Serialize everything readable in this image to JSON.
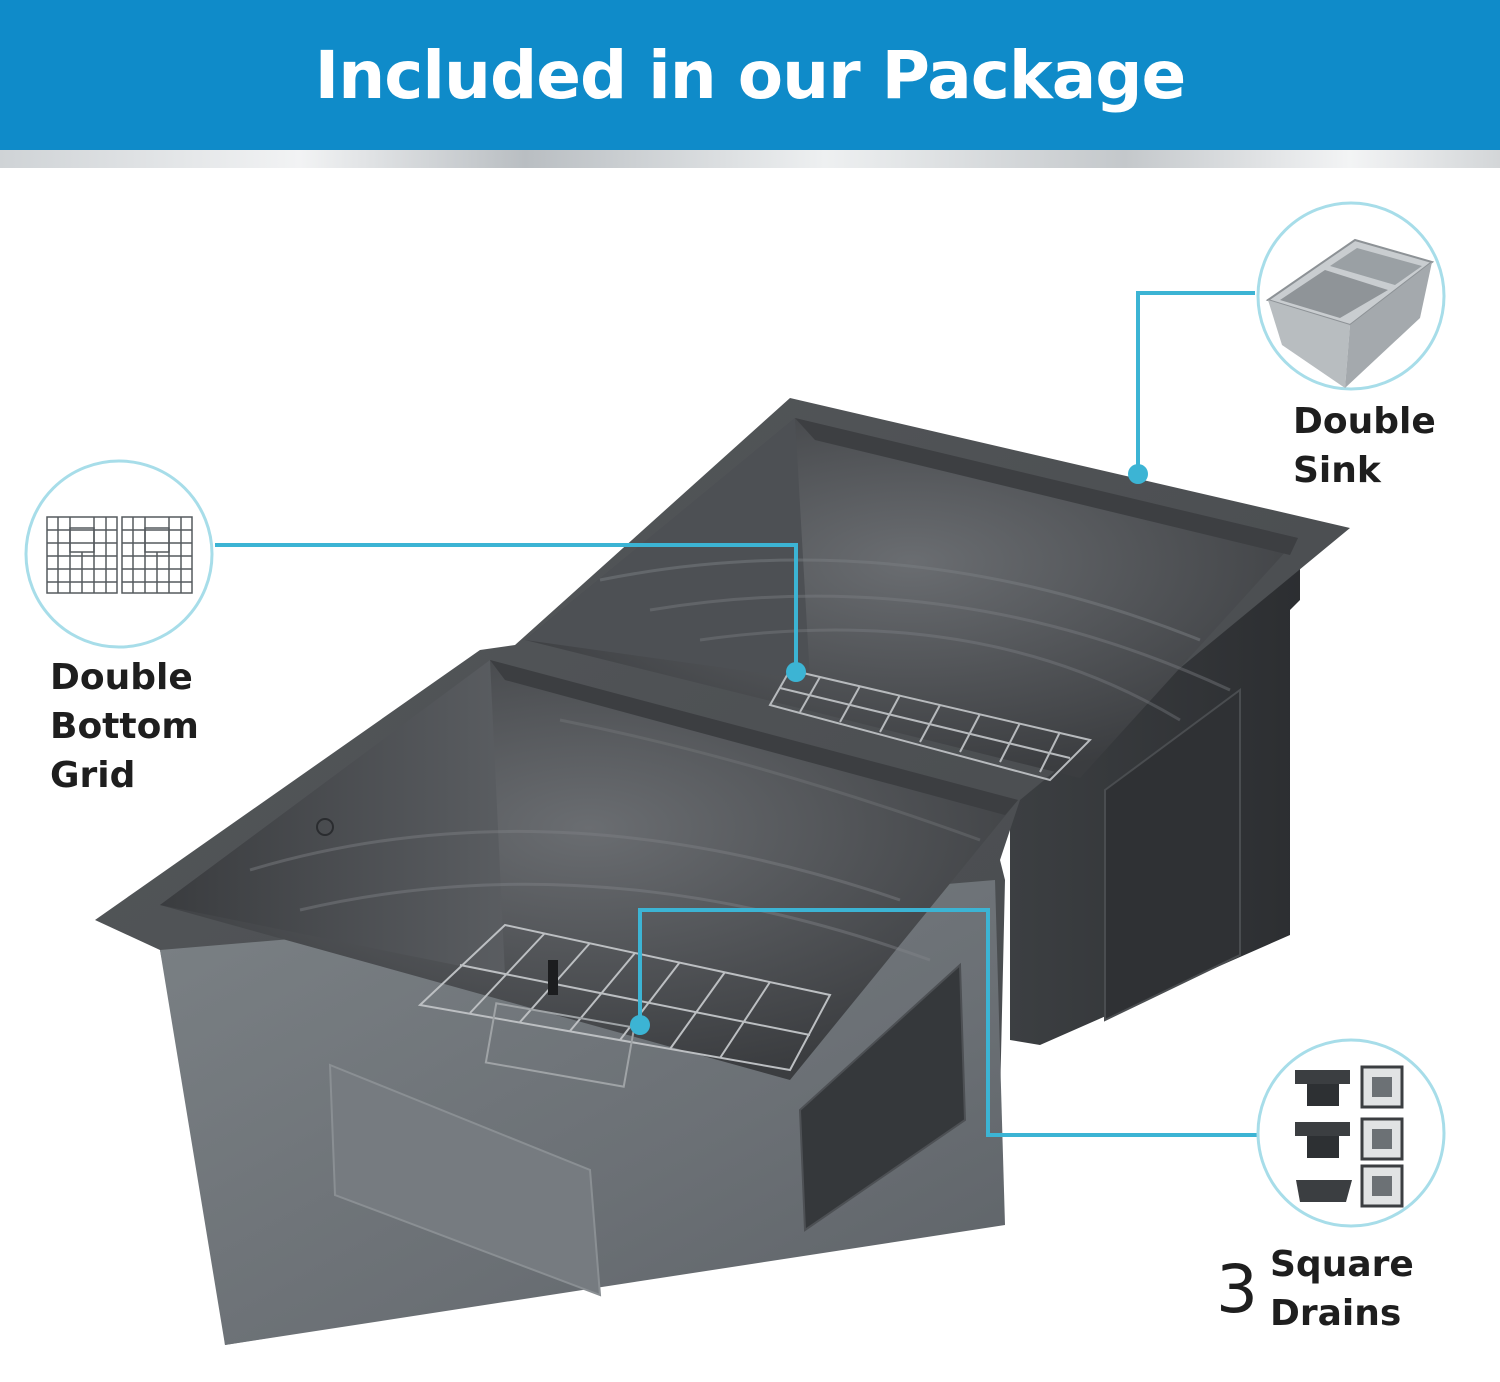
{
  "header": {
    "title": "Included in our Package"
  },
  "callouts": {
    "double_sink": {
      "line1": "Double",
      "line2": "Sink",
      "icon": "sink-thumbnail-icon"
    },
    "bottom_grid": {
      "line1": "Double",
      "line2": "Bottom",
      "line3": "Grid",
      "icon": "grid-thumbnail-icon"
    },
    "drains": {
      "count": "3",
      "line1": "Square",
      "line2": "Drains",
      "icon": "drains-thumbnail-icon"
    }
  },
  "colors": {
    "banner": "#0f8bc9",
    "leader_line": "#3cb4d4",
    "sink_dark": "#3f4144",
    "sink_side": "#6e7478"
  }
}
